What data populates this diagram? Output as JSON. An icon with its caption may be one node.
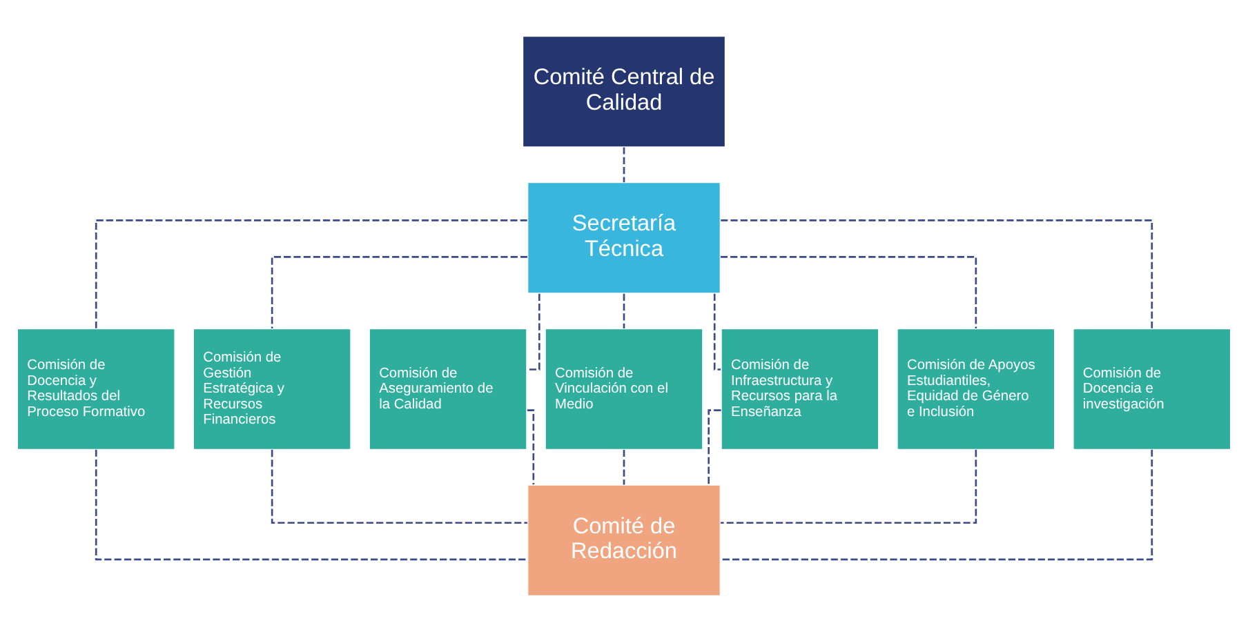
{
  "diagram": {
    "nodes": [
      {
        "text": [
          "Comité Central de Calidad"
        ]
      },
      {
        "text": [
          "Secretaría Técnica"
        ]
      },
      {
        "text": [
          "Comisión de Docencia y Resultados del Proceso Formativo"
        ]
      },
      {
        "text": [
          "Comisión de Gestión Estratégica y Recursos Financieros"
        ]
      },
      {
        "text": [
          "Comisión de Aseguramiento de la Calidad"
        ]
      },
      {
        "text": [
          "Comisión de Vinculación con el Medio"
        ]
      },
      {
        "text": [
          "Comisión de Infraestructura y Recursos para la Enseñanza"
        ]
      },
      {
        "text": [
          "Comisión de Apoyos Estudiantiles, Equidad de Género e Inclusión"
        ]
      },
      {
        "text": [
          "Comisión de Docencia e investigación"
        ]
      },
      {
        "text": [
          "Comité de Redacción"
        ]
      }
    ],
    "edges": [
      {
        "from": 0,
        "to": 1,
        "arrow": "none",
        "style": "dashed"
      },
      {
        "from": 1,
        "to": 2,
        "arrow": "none",
        "style": "dashed"
      },
      {
        "from": 1,
        "to": 3,
        "arrow": "none",
        "style": "dashed"
      },
      {
        "from": 1,
        "to": 4,
        "arrow": "none",
        "style": "dashed"
      },
      {
        "from": 1,
        "to": 5,
        "arrow": "none",
        "style": "dashed"
      },
      {
        "from": 1,
        "to": 6,
        "arrow": "none",
        "style": "dashed"
      },
      {
        "from": 1,
        "to": 7,
        "arrow": "none",
        "style": "dashed"
      },
      {
        "from": 1,
        "to": 8,
        "arrow": "none",
        "style": "dashed"
      },
      {
        "from": 2,
        "to": 9,
        "arrow": "none",
        "style": "dashed"
      },
      {
        "from": 3,
        "to": 9,
        "arrow": "none",
        "style": "dashed"
      },
      {
        "from": 4,
        "to": 9,
        "arrow": "none",
        "style": "dashed"
      },
      {
        "from": 5,
        "to": 9,
        "arrow": "none",
        "style": "dashed"
      },
      {
        "from": 6,
        "to": 9,
        "arrow": "none",
        "style": "dashed"
      },
      {
        "from": 7,
        "to": 9,
        "arrow": "none",
        "style": "dashed"
      },
      {
        "from": 8,
        "to": 9,
        "arrow": "none",
        "style": "dashed"
      }
    ]
  }
}
